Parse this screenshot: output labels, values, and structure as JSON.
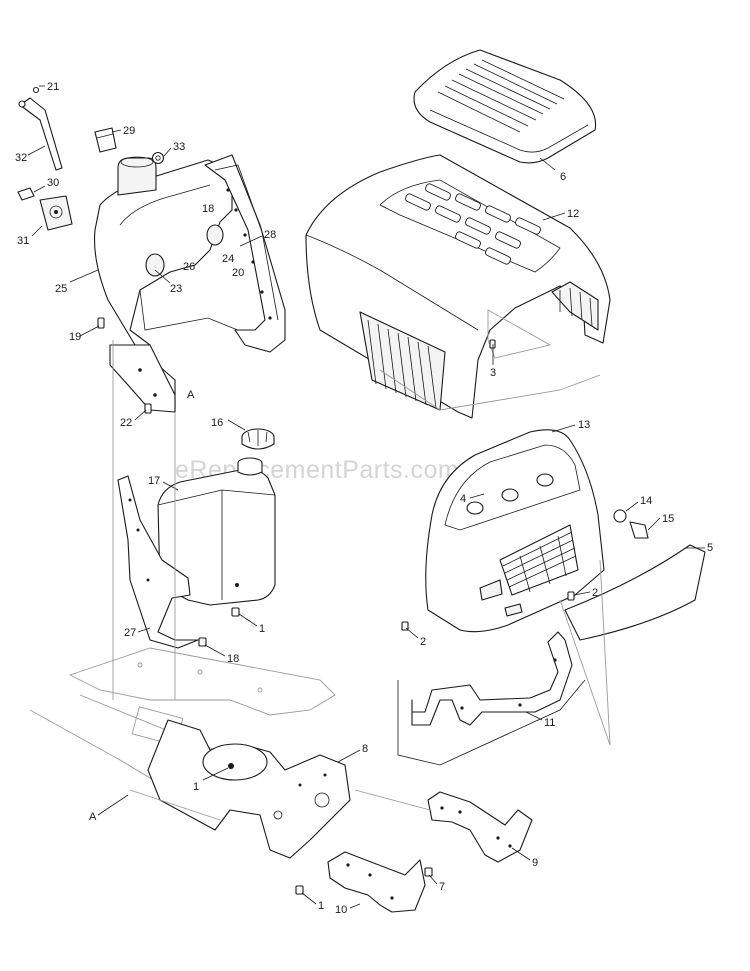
{
  "watermark": "eReplacementParts.com",
  "callouts": [
    {
      "id": "c21",
      "text": "21"
    },
    {
      "id": "c29",
      "text": "29"
    },
    {
      "id": "c33",
      "text": "33"
    },
    {
      "id": "c32",
      "text": "32"
    },
    {
      "id": "c30",
      "text": "30"
    },
    {
      "id": "c31",
      "text": "31"
    },
    {
      "id": "c18a",
      "text": "18"
    },
    {
      "id": "c28",
      "text": "28"
    },
    {
      "id": "c26",
      "text": "26"
    },
    {
      "id": "c24",
      "text": "24"
    },
    {
      "id": "c20",
      "text": "20"
    },
    {
      "id": "c23",
      "text": "23"
    },
    {
      "id": "c25",
      "text": "25"
    },
    {
      "id": "c19",
      "text": "19"
    },
    {
      "id": "cA1",
      "text": "A"
    },
    {
      "id": "c22",
      "text": "22"
    },
    {
      "id": "c6",
      "text": "6"
    },
    {
      "id": "c12",
      "text": "12"
    },
    {
      "id": "c3",
      "text": "3"
    },
    {
      "id": "c16",
      "text": "16"
    },
    {
      "id": "c17",
      "text": "17"
    },
    {
      "id": "c13",
      "text": "13"
    },
    {
      "id": "c4",
      "text": "4"
    },
    {
      "id": "c14",
      "text": "14"
    },
    {
      "id": "c15",
      "text": "15"
    },
    {
      "id": "c5",
      "text": "5"
    },
    {
      "id": "c2a",
      "text": "2"
    },
    {
      "id": "c2b",
      "text": "2"
    },
    {
      "id": "c1a",
      "text": "1"
    },
    {
      "id": "c27",
      "text": "27"
    },
    {
      "id": "c18b",
      "text": "18"
    },
    {
      "id": "c11",
      "text": "11"
    },
    {
      "id": "c8",
      "text": "8"
    },
    {
      "id": "c1b",
      "text": "1"
    },
    {
      "id": "cA2",
      "text": "A"
    },
    {
      "id": "c9",
      "text": "9"
    },
    {
      "id": "c7",
      "text": "7"
    },
    {
      "id": "c1c",
      "text": "1"
    },
    {
      "id": "c10",
      "text": "10"
    }
  ]
}
